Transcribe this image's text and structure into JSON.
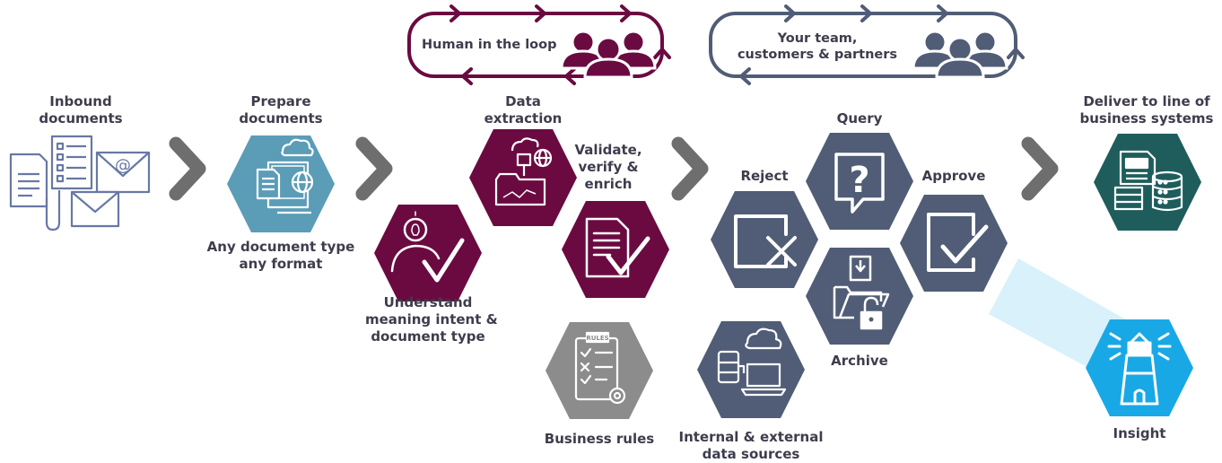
{
  "colors": {
    "purple": "#6b0a41",
    "slate": "#515d76",
    "blue": "#5b9cb7",
    "teal": "#1e5d5c",
    "gray": "#8c8c8c",
    "insight": "#19a8e6",
    "chevron": "#6e6e6e",
    "doc_outline": "#6878a5",
    "beam": "#d8f1fb"
  },
  "loops": {
    "human": {
      "label": "Human in the loop"
    },
    "team": {
      "lines": [
        "Your team,",
        "customers & partners"
      ]
    }
  },
  "stages": {
    "inbound": {
      "lines": [
        "Inbound",
        "documents"
      ],
      "icon": "documents-mail-icon"
    },
    "prepare": {
      "lines": [
        "Prepare",
        "documents"
      ],
      "caption": [
        "Any document type",
        "any format"
      ],
      "icon": "document-cloud-web-icon"
    },
    "understand": {
      "lines": [
        "Understand",
        "meaning intent &",
        "document type"
      ],
      "icon": "person-idea-check-icon"
    },
    "extraction": {
      "lines": [
        "Data",
        "extraction"
      ],
      "icon": "folder-extract-icon"
    },
    "validate": {
      "lines": [
        "Validate,",
        "verify &",
        "enrich"
      ],
      "icon": "document-check-icon"
    },
    "rules": {
      "lines": [
        "Business rules"
      ],
      "icon": "rules-checklist-icon"
    },
    "sources": {
      "lines": [
        "Internal & external",
        "data sources"
      ],
      "icon": "cloud-database-laptop-icon"
    },
    "reject": {
      "lines": [
        "Reject"
      ],
      "icon": "reject-x-icon"
    },
    "query": {
      "lines": [
        "Query"
      ],
      "icon": "question-bubble-icon"
    },
    "approve": {
      "lines": [
        "Approve"
      ],
      "icon": "approve-check-icon"
    },
    "archive": {
      "lines": [
        "Archive"
      ],
      "icon": "folder-lock-icon"
    },
    "deliver": {
      "lines": [
        "Deliver to line of",
        "business systems"
      ],
      "icon": "document-server-icon"
    },
    "insight": {
      "lines": [
        "Insight"
      ],
      "icon": "lighthouse-icon"
    }
  }
}
